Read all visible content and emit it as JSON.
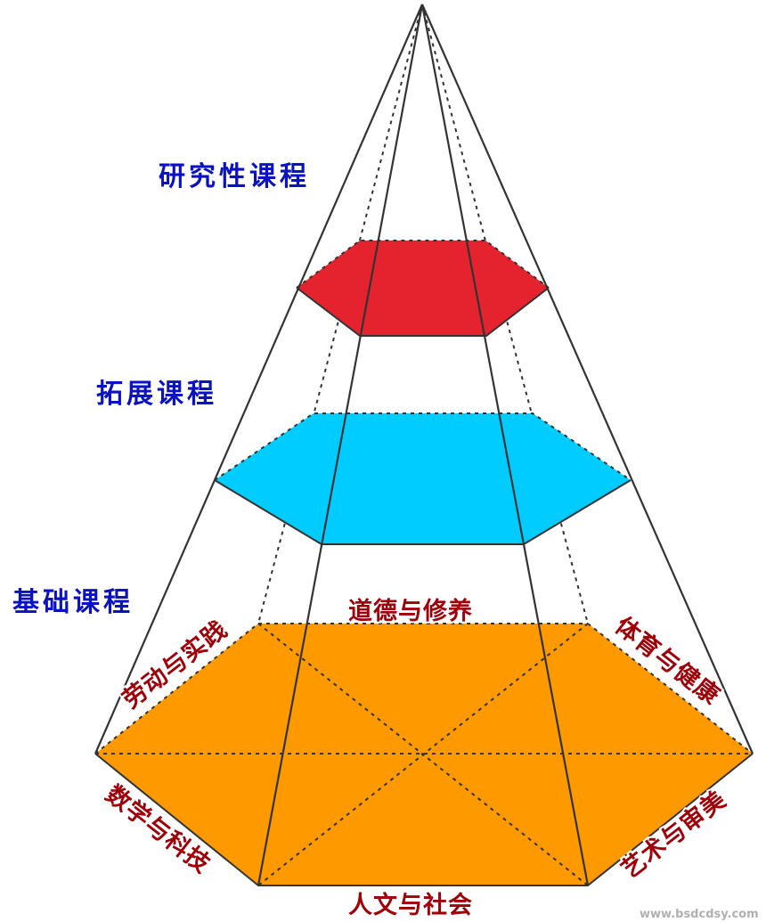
{
  "levels": {
    "research": "研究性课程",
    "extended": "拓展课程",
    "basic": "基础课程"
  },
  "domains": {
    "moral": "道德与修养",
    "labor": "劳动与实践",
    "sports": "体育与健康",
    "math": "数学与科技",
    "art": "艺术与审美",
    "humanities": "人文与社会"
  },
  "colors": {
    "top_layer": "#e5232e",
    "middle_layer": "#00ccff",
    "base_layer": "#ff9900",
    "level_text": "#0a12c4",
    "domain_text": "#a00008"
  },
  "watermark": "www.bsdcdsy.com"
}
